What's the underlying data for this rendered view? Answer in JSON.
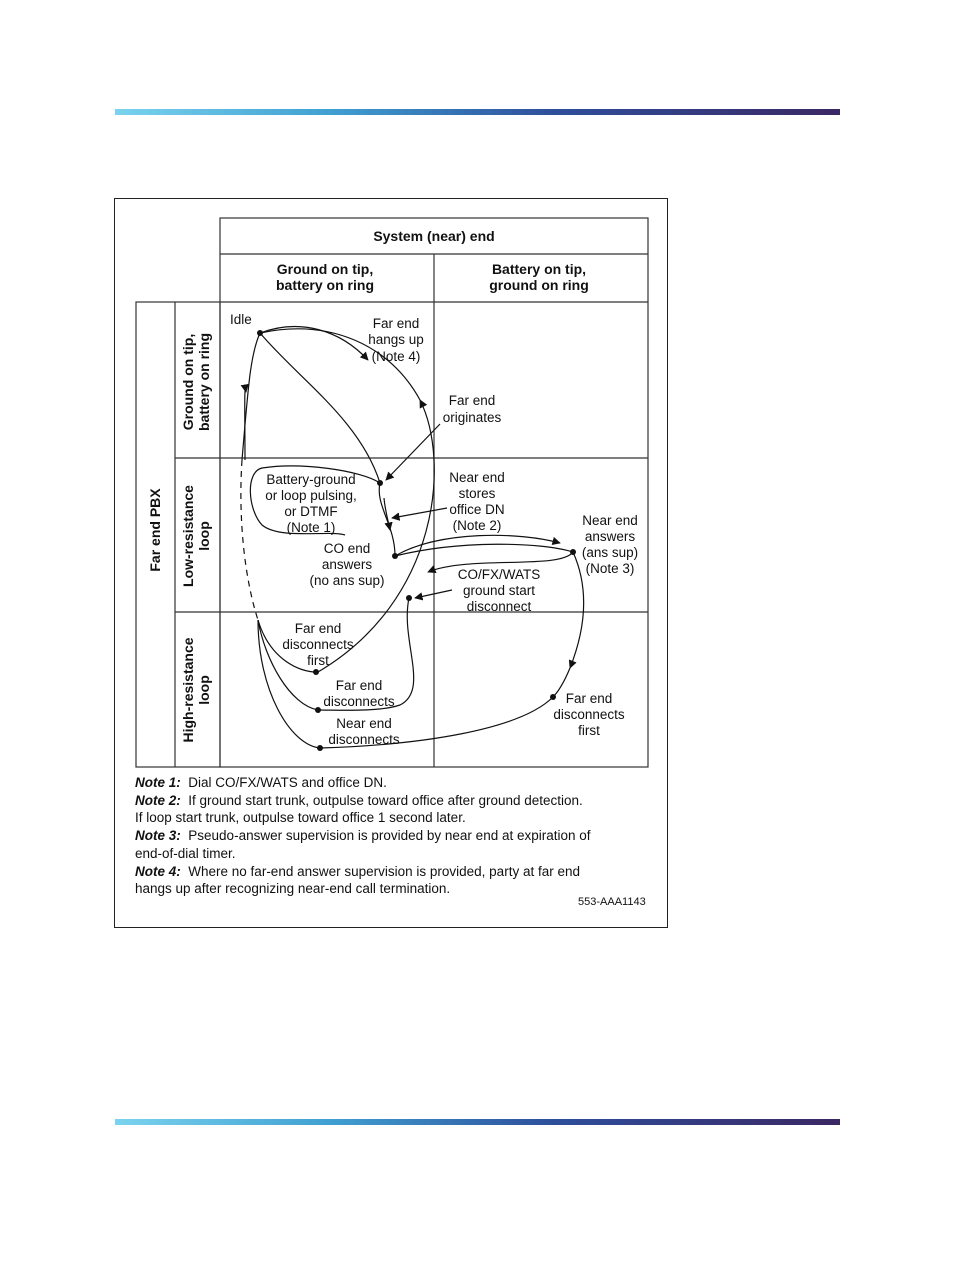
{
  "header": {
    "top": "System (near) end",
    "col1_line1": "Ground on tip,",
    "col1_line2": "battery on ring",
    "col2_line1": "Battery on tip,",
    "col2_line2": "ground on ring"
  },
  "side": {
    "title": "Far end PBX",
    "row1_line1": "Ground on tip,",
    "row1_line2": "battery on ring",
    "row2_line1": "Low-resistance",
    "row2_line2": "loop",
    "row3_line1": "High-resistance",
    "row3_line2": "loop"
  },
  "states": {
    "idle": "Idle",
    "far_end_hangs_up": [
      "Far end",
      "hangs up",
      "(Note 4)"
    ],
    "far_end_originates": [
      "Far end",
      "originates"
    ],
    "battery_ground": [
      "Battery-ground",
      "or loop pulsing,",
      "or DTMF",
      "(Note 1)"
    ],
    "near_end_stores": [
      "Near end",
      "stores",
      "office DN",
      "(Note 2)"
    ],
    "co_end_answers": [
      "CO end",
      "answers",
      "(no ans sup)"
    ],
    "near_end_answers": [
      "Near end",
      "answers",
      "(ans sup)",
      "(Note 3)"
    ],
    "ground_start_disconnect": [
      "CO/FX/WATS",
      "ground start",
      "disconnect"
    ],
    "far_end_disconnects_first_left": [
      "Far end",
      "disconnects",
      "first"
    ],
    "far_end_disconnects": [
      "Far end",
      "disconnects"
    ],
    "near_end_disconnects": [
      "Near end",
      "disconnects"
    ],
    "far_end_disconnects_first_right": [
      "Far end",
      "disconnects",
      "first"
    ]
  },
  "notes": [
    {
      "label": "Note 1:",
      "text": "Dial  CO/FX/WATS and office DN."
    },
    {
      "label": "Note 2:",
      "text": "If ground start trunk, outpulse toward office after ground detection."
    },
    {
      "label": "",
      "text": "If loop start trunk, outpulse toward office 1 second later."
    },
    {
      "label": "Note 3:",
      "text": "Pseudo-answer supervision is provided by near end at expiration of"
    },
    {
      "label": "",
      "text": "end-of-dial timer."
    },
    {
      "label": "Note 4:",
      "text": "Where no far-end answer supervision is provided, party at far end"
    },
    {
      "label": "",
      "text": "hangs up after recognizing near-end call termination."
    }
  ],
  "figure_id": "553-AAA1143"
}
